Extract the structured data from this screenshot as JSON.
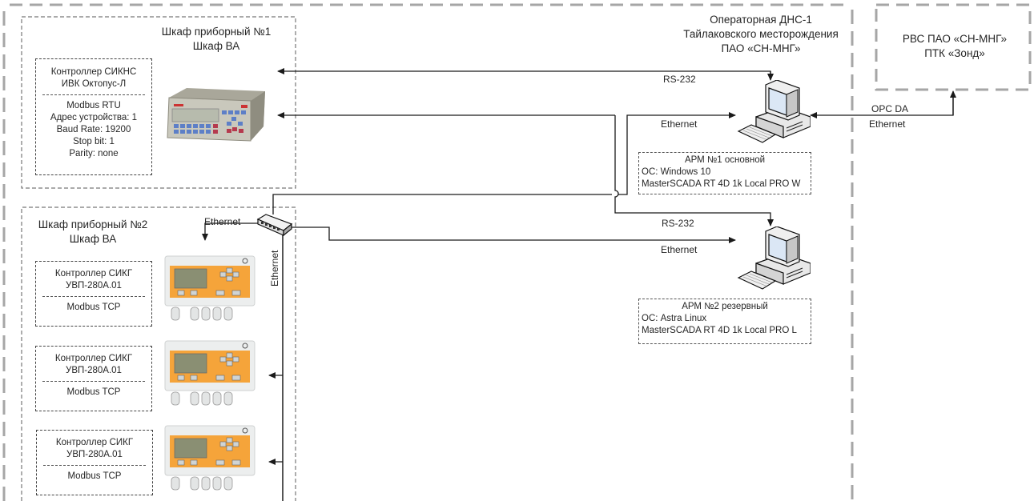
{
  "diagram": {
    "title": "Схема связи: Операторная ДНС-1 Тайлаковского месторождения",
    "zones": {
      "operator_room": [
        "Операторная ДНС-1",
        "Тайлаковского месторождения",
        "ПАО «СН-МНГ»"
      ],
      "external_system": [
        "РВС ПАО «СН-МНГ»",
        "ПТК «Зонд»"
      ],
      "cabinet1": [
        "Шкаф приборный №1",
        "Шкаф ВА"
      ],
      "cabinet2": [
        "Шкаф приборный №2",
        "Шкаф ВА"
      ]
    },
    "controller_sikns": {
      "name_lines": [
        "Контроллер СИКНС",
        "ИВК Октопус-Л"
      ],
      "params": [
        "Modbus RTU",
        "Адрес устройства: 1",
        "Baud Rate: 19200",
        "Stop bit: 1",
        "Parity: none"
      ]
    },
    "controllers_sikg": [
      {
        "name_lines": [
          "Контроллер СИКГ",
          "УВП-280А.01"
        ],
        "protocol": "Modbus TCP"
      },
      {
        "name_lines": [
          "Контроллер СИКГ",
          "УВП-280А.01"
        ],
        "protocol": "Modbus TCP"
      },
      {
        "name_lines": [
          "Контроллер СИКГ",
          "УВП-280А.01"
        ],
        "protocol": "Modbus TCP"
      }
    ],
    "workstations": [
      {
        "title": "АРМ №1 основной",
        "os": "ОС: Windows 10",
        "software": "MasterSCADA RT 4D 1k Local PRO W"
      },
      {
        "title": "АРМ №2 резервный",
        "os": "ОС: Astra Linux",
        "software": "MasterSCADA RT 4D 1k Local PRO L"
      }
    ],
    "links": {
      "rs232_arm1": "RS-232",
      "ethernet_arm1": "Ethernet",
      "rs232_arm2": "RS-232",
      "ethernet_arm2": "Ethernet",
      "opc_protocol": "OPC DA",
      "opc_ethernet": "Ethernet",
      "switch_ethernet_horizontal": "Ethernet",
      "switch_ethernet_vertical": "Ethernet"
    },
    "icons": {
      "controller_sikns": "octopus-controller-device-icon",
      "controller_sikg": "uvp-controller-device-icon",
      "workstation": "desktop-computer-icon",
      "switch": "network-switch-icon"
    },
    "colors": {
      "line": "#1a1a1a",
      "zone_border": "#a6a6a6",
      "box_border": "#555555",
      "sikg_panel": "#f5a43a",
      "sikg_body": "#eceeee",
      "sikns_body": "#b9b8a8"
    }
  }
}
